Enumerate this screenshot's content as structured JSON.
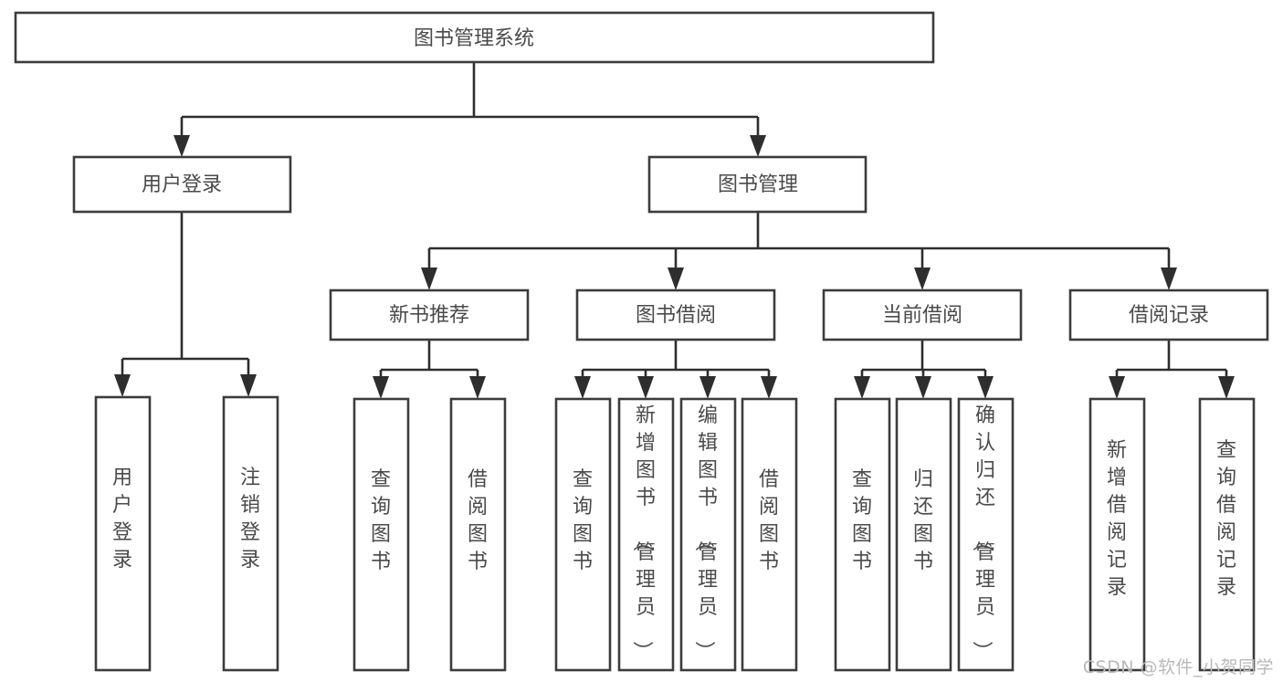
{
  "diagram": {
    "type": "tree-hierarchy",
    "title": "图书管理系统",
    "background_color": "#ffffff",
    "box_stroke_color": "#3c3c3c",
    "connector_color": "#2e2e2e",
    "label_color": "#4a4a4a",
    "levels": 4
  },
  "root": {
    "label": "图书管理系统"
  },
  "level2": [
    {
      "label": "用户登录"
    },
    {
      "label": "图书管理"
    }
  ],
  "level3": [
    {
      "label": "新书推荐"
    },
    {
      "label": "图书借阅"
    },
    {
      "label": "当前借阅"
    },
    {
      "label": "借阅记录"
    }
  ],
  "leaves": {
    "user_login": [
      {
        "label": "用户登录"
      },
      {
        "label": "注销登录"
      }
    ],
    "new_book_recommend": [
      {
        "label": "查询图书"
      },
      {
        "label": "借阅图书"
      }
    ],
    "book_borrow": [
      {
        "label": "查询图书"
      },
      {
        "label": "新增图书（管理员）"
      },
      {
        "label": "编辑图书（管理员）"
      },
      {
        "label": "借阅图书"
      }
    ],
    "current_borrow": [
      {
        "label": "查询图书"
      },
      {
        "label": "归还图书"
      },
      {
        "label": "确认归还（管理员）"
      }
    ],
    "borrow_record": [
      {
        "label": "新增借阅记录"
      },
      {
        "label": "查询借阅记录"
      }
    ]
  },
  "watermark": {
    "text": "CSDN @软件_小贺同学"
  }
}
